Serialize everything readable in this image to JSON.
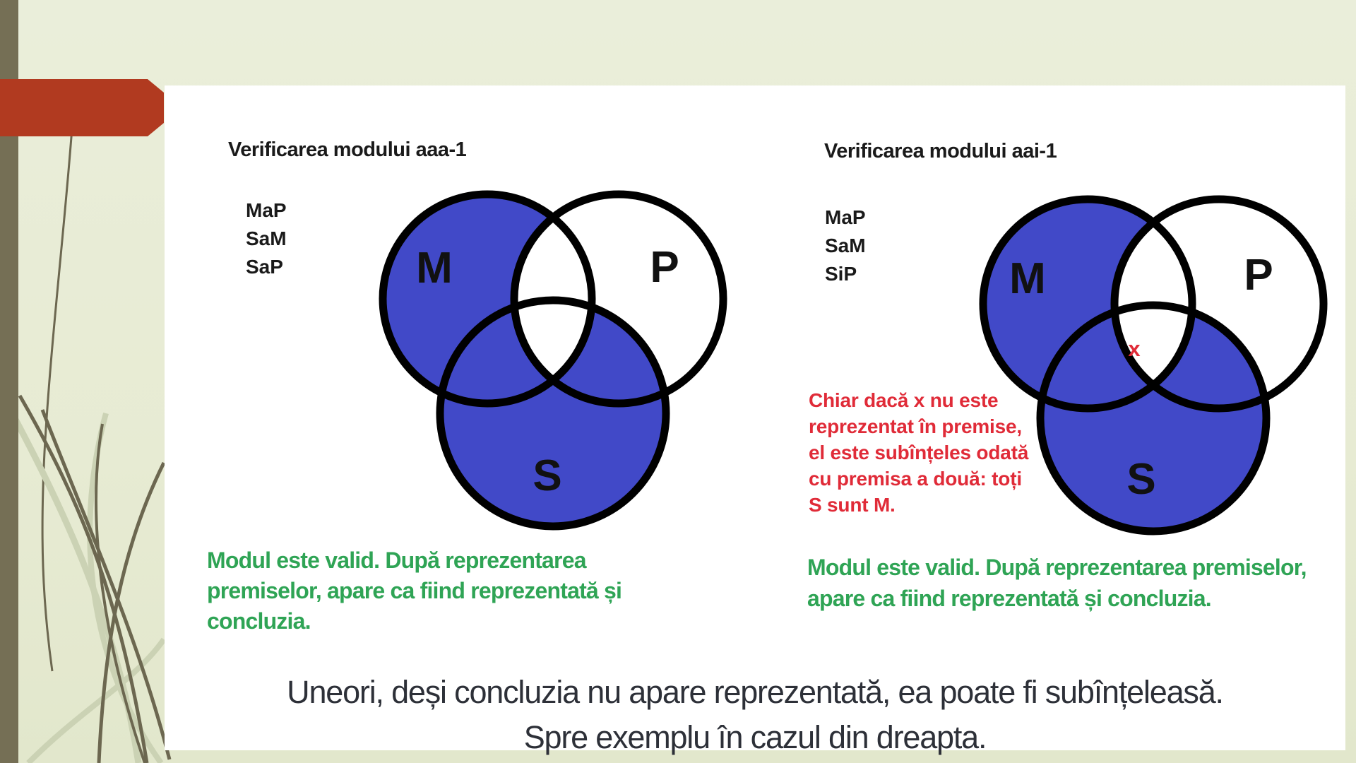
{
  "diagram_left": {
    "title": "Verificarea modului aaa-1",
    "premises": [
      "MaP",
      "SaM",
      "SaP"
    ],
    "circle_labels": {
      "m": "M",
      "p": "P",
      "s": "S"
    },
    "valid_note_lines": [
      "Modul este valid. După reprezentarea",
      "premiselor, apare ca fiind reprezentată și",
      "concluzia."
    ]
  },
  "diagram_right": {
    "title": "Verificarea modului aai-1",
    "premises": [
      "MaP",
      "SaM",
      "SiP"
    ],
    "circle_labels": {
      "m": "M",
      "p": "P",
      "s": "S"
    },
    "existential_marker": "x",
    "note_lines": [
      "Chiar dacă x nu este",
      "reprezentat în premise,",
      "el este subînțeles odată",
      "cu premisa a două: toți",
      "S sunt M."
    ],
    "valid_note_lines": [
      "Modul este valid. După reprezentarea premiselor,",
      "apare ca fiind reprezentată și concluzia."
    ]
  },
  "footer": {
    "lines": [
      "Uneori, deși concluzia nu apare reprezentată, ea poate fi subînțeleasă.",
      "Spre exemplu în cazul din dreapta."
    ]
  },
  "colors": {
    "background_green": "#E7EBD3",
    "edge_bar_olive": "#756F55",
    "banner_red": "#B13A20",
    "venn_fill_blue": "#4149C8",
    "venn_outline": "#000000",
    "marker_red": "#E02B38",
    "valid_green": "#2FA455",
    "footer_text": "#2D3038",
    "stem_dark": "#6C6750",
    "stem_light": "#CBD2B4"
  }
}
